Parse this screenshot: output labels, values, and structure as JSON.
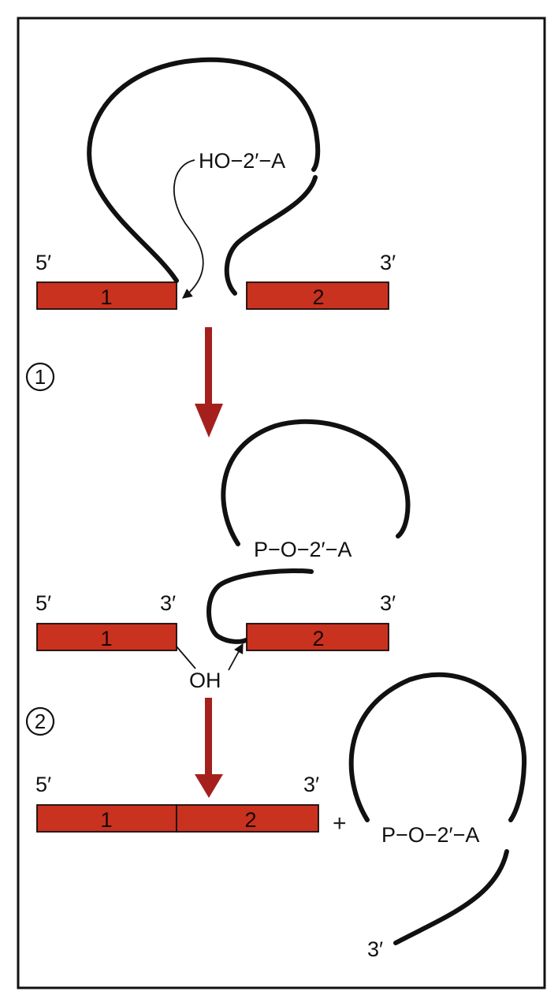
{
  "colors": {
    "exon_fill": "#c8321f",
    "exon_stroke": "#1a0a0a",
    "arrow": "#a5201c",
    "line": "#111111",
    "frame": "#111111"
  },
  "top": {
    "five_prime": "5′",
    "three_prime": "3′",
    "exon1": "1",
    "exon2": "2",
    "branch_label": "HO−2′−A"
  },
  "step1": {
    "number": "1"
  },
  "middle": {
    "five_prime": "5′",
    "exon1_three_prime": "3′",
    "three_prime": "3′",
    "exon1": "1",
    "exon2": "2",
    "lariat_label": "P−O−2′−A",
    "oh_label": "OH"
  },
  "step2": {
    "number": "2"
  },
  "bottom": {
    "five_prime": "5′",
    "three_prime": "3′",
    "exon1": "1",
    "exon2": "2",
    "plus": "+",
    "lariat_label": "P−O−2′−A",
    "lariat_tail_three_prime": "3′"
  }
}
